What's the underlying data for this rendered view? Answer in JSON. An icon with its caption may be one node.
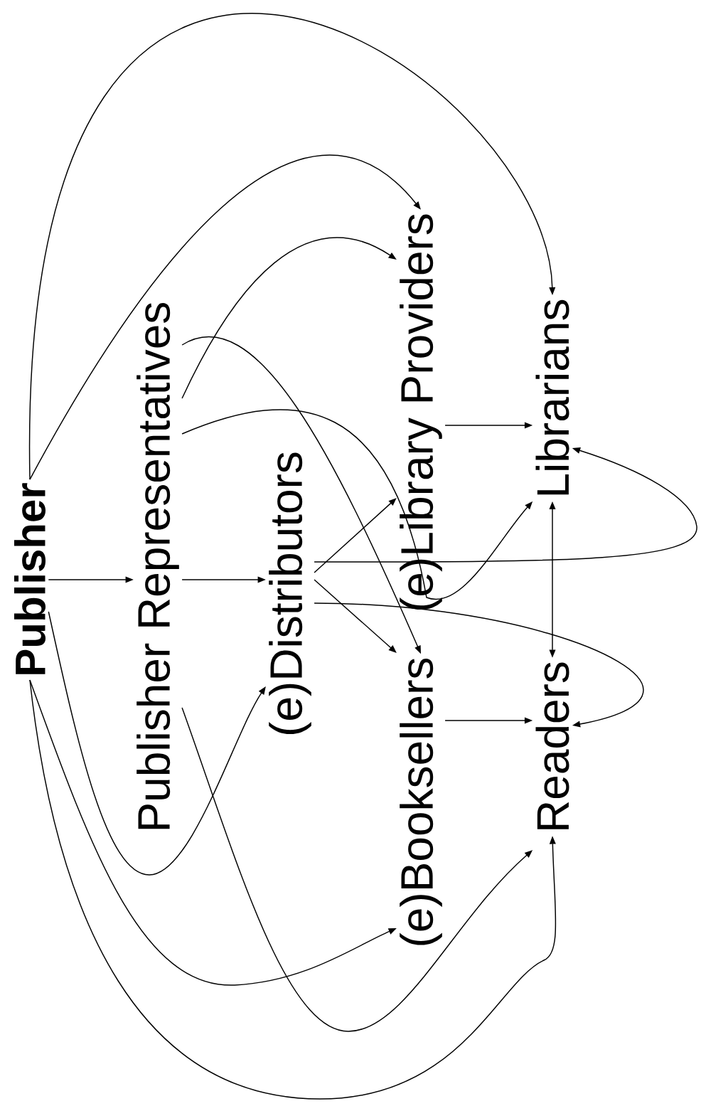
{
  "diagram": {
    "nodes": [
      {
        "text": [
          "Publisher"
        ]
      },
      {
        "text": [
          "Publisher Representatives"
        ]
      },
      {
        "text": [
          "(e)Distributors"
        ]
      },
      {
        "text": [
          "(e)Library Providers"
        ]
      },
      {
        "text": [
          "(e)Booksellers"
        ]
      },
      {
        "text": [
          "Librarians"
        ]
      },
      {
        "text": [
          "Readers"
        ]
      }
    ],
    "edges": [
      {
        "from": 0,
        "to": 1,
        "arrow": "to"
      },
      {
        "from": 1,
        "to": 2,
        "arrow": "to"
      },
      {
        "from": 2,
        "to": 3,
        "arrow": "to"
      },
      {
        "from": 2,
        "to": 4,
        "arrow": "to"
      },
      {
        "from": 3,
        "to": 5,
        "arrow": "to"
      },
      {
        "from": 4,
        "to": 6,
        "arrow": "to"
      },
      {
        "from": 5,
        "to": 6,
        "arrow": "both"
      },
      {
        "from": 0,
        "to": 5,
        "arrow": "to"
      },
      {
        "from": 0,
        "to": 3,
        "arrow": "to"
      },
      {
        "from": 1,
        "to": 3,
        "arrow": "to"
      },
      {
        "from": 1,
        "to": 4,
        "arrow": "to"
      },
      {
        "from": 1,
        "to": 5,
        "arrow": "to"
      },
      {
        "from": 2,
        "to": 5,
        "arrow": "to"
      },
      {
        "from": 2,
        "to": 6,
        "arrow": "to"
      },
      {
        "from": 0,
        "to": 2,
        "arrow": "to"
      },
      {
        "from": 0,
        "to": 4,
        "arrow": "to"
      },
      {
        "from": 1,
        "to": 6,
        "arrow": "to"
      },
      {
        "from": 0,
        "to": 6,
        "arrow": "to"
      }
    ]
  }
}
